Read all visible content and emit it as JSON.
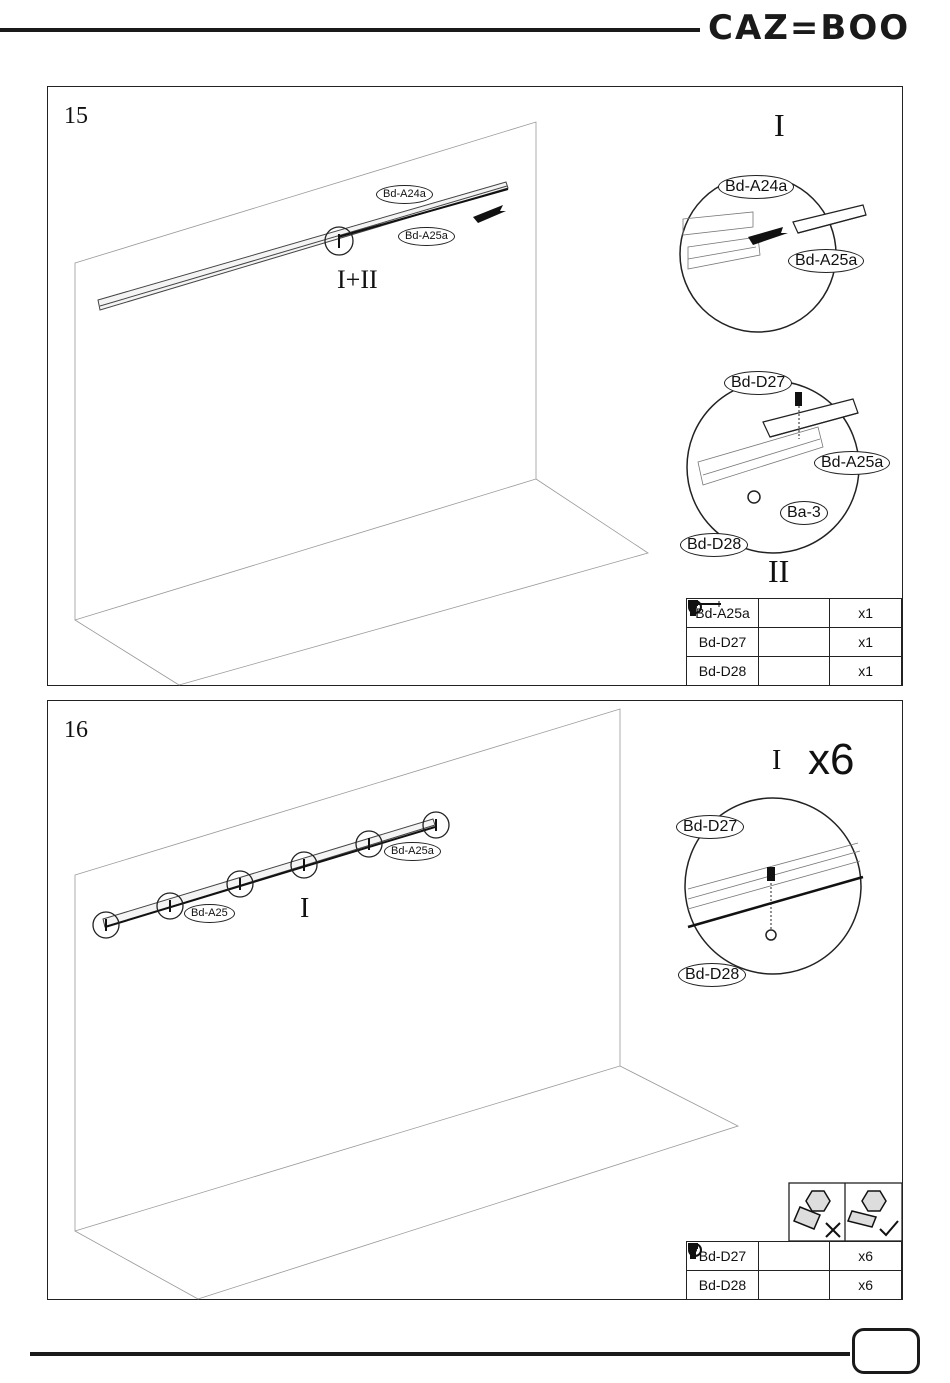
{
  "header": {
    "brand": "CAZ=BOO"
  },
  "step15": {
    "number": "15",
    "callout_main": "I+II",
    "detail1_label": "I",
    "detail2_label": "II",
    "labels": {
      "a24a": "Bd-A24a",
      "a25a": "Bd-A25a",
      "d27": "Bd-D27",
      "d28": "Bd-D28",
      "ba3": "Ba-3"
    },
    "parts": [
      {
        "name": "Bd-A25a",
        "icon": "rail-icon",
        "qty": "x1"
      },
      {
        "name": "Bd-D27",
        "icon": "bolt-icon",
        "qty": "x1"
      },
      {
        "name": "Bd-D28",
        "icon": "nut-icon",
        "qty": "x1"
      }
    ]
  },
  "step16": {
    "number": "16",
    "callout_main": "I",
    "detail_label": "I",
    "detail_qty": "x6",
    "labels": {
      "a25": "Bd-A25",
      "a25a": "Bd-A25a",
      "d27": "Bd-D27",
      "d28": "Bd-D28"
    },
    "parts": [
      {
        "name": "Bd-D27",
        "icon": "bolt-icon",
        "qty": "x6"
      },
      {
        "name": "Bd-D28",
        "icon": "nut-icon",
        "qty": "x6"
      }
    ],
    "tightening": {
      "wrong": "cross-icon",
      "right": "check-icon"
    }
  }
}
